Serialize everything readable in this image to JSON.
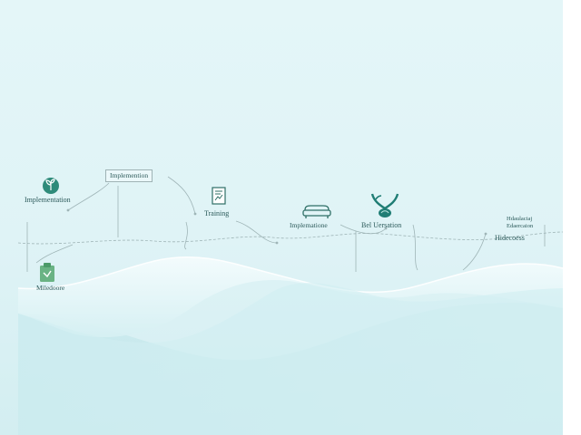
{
  "nodes": [
    {
      "id": "n1",
      "label": "Implementation",
      "icon": "seedling-icon",
      "color": "#2e8b7a"
    },
    {
      "id": "n2",
      "label": "Implemention"
    },
    {
      "id": "n3",
      "label": "Training",
      "icon": "document-chart-icon",
      "color": "#2f6f66"
    },
    {
      "id": "n4",
      "label": "Implematione",
      "icon": "sofa-icon",
      "color": "#2f6f66"
    },
    {
      "id": "n5",
      "label": "Bel Uersation",
      "icon": "handshake-leaf-icon",
      "color": "#1f7d74"
    },
    {
      "id": "n6",
      "label": "Miledoore",
      "icon": "clipboard-icon",
      "color": "#6ab384"
    },
    {
      "id": "n7",
      "label": "Hidecoess"
    },
    {
      "id": "n8",
      "lines": [
        "Hdaulaciaj",
        "Edaercaion"
      ]
    }
  ],
  "theme": {
    "background": "#dff3f6",
    "wave": "#cfecef",
    "ink": "#2c5a5a"
  }
}
